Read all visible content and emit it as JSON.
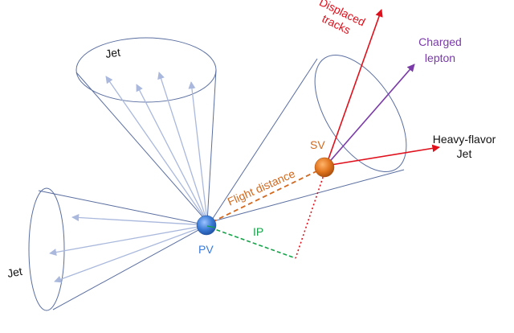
{
  "labels": {
    "jet_top": "Jet",
    "jet_left": "Jet",
    "displaced_tracks_line1": "Displaced",
    "displaced_tracks_line2": "tracks",
    "charged_lepton_line1": "Charged",
    "charged_lepton_line2": "lepton",
    "heavy_flavor_line1": "Heavy-flavor",
    "heavy_flavor_line2": "Jet",
    "sv": "SV",
    "pv": "PV",
    "flight_distance": "Flight distance",
    "ip": "IP"
  },
  "colors": {
    "cone_stroke": "#5a6ea0",
    "light_arrow": "#a9b8dc",
    "red": "#e0101c",
    "purple": "#7a3aa8",
    "orange": "#d2691e",
    "green": "#16a34a",
    "pv_blue": "#3b7bd6",
    "black": "#111111"
  }
}
